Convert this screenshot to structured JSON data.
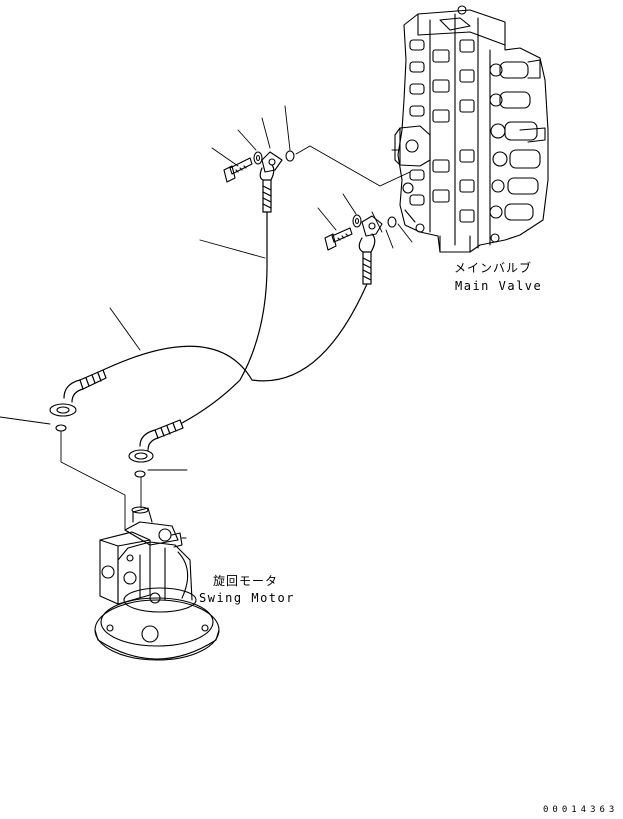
{
  "labels": {
    "main_valve_jp": "メインバルブ",
    "main_valve_en": "Main Valve",
    "swing_motor_jp": "旋回モータ",
    "swing_motor_en": "Swing Motor",
    "drawing_id": "00014363"
  },
  "colors": {
    "line": "#000000",
    "background": "#ffffff"
  }
}
